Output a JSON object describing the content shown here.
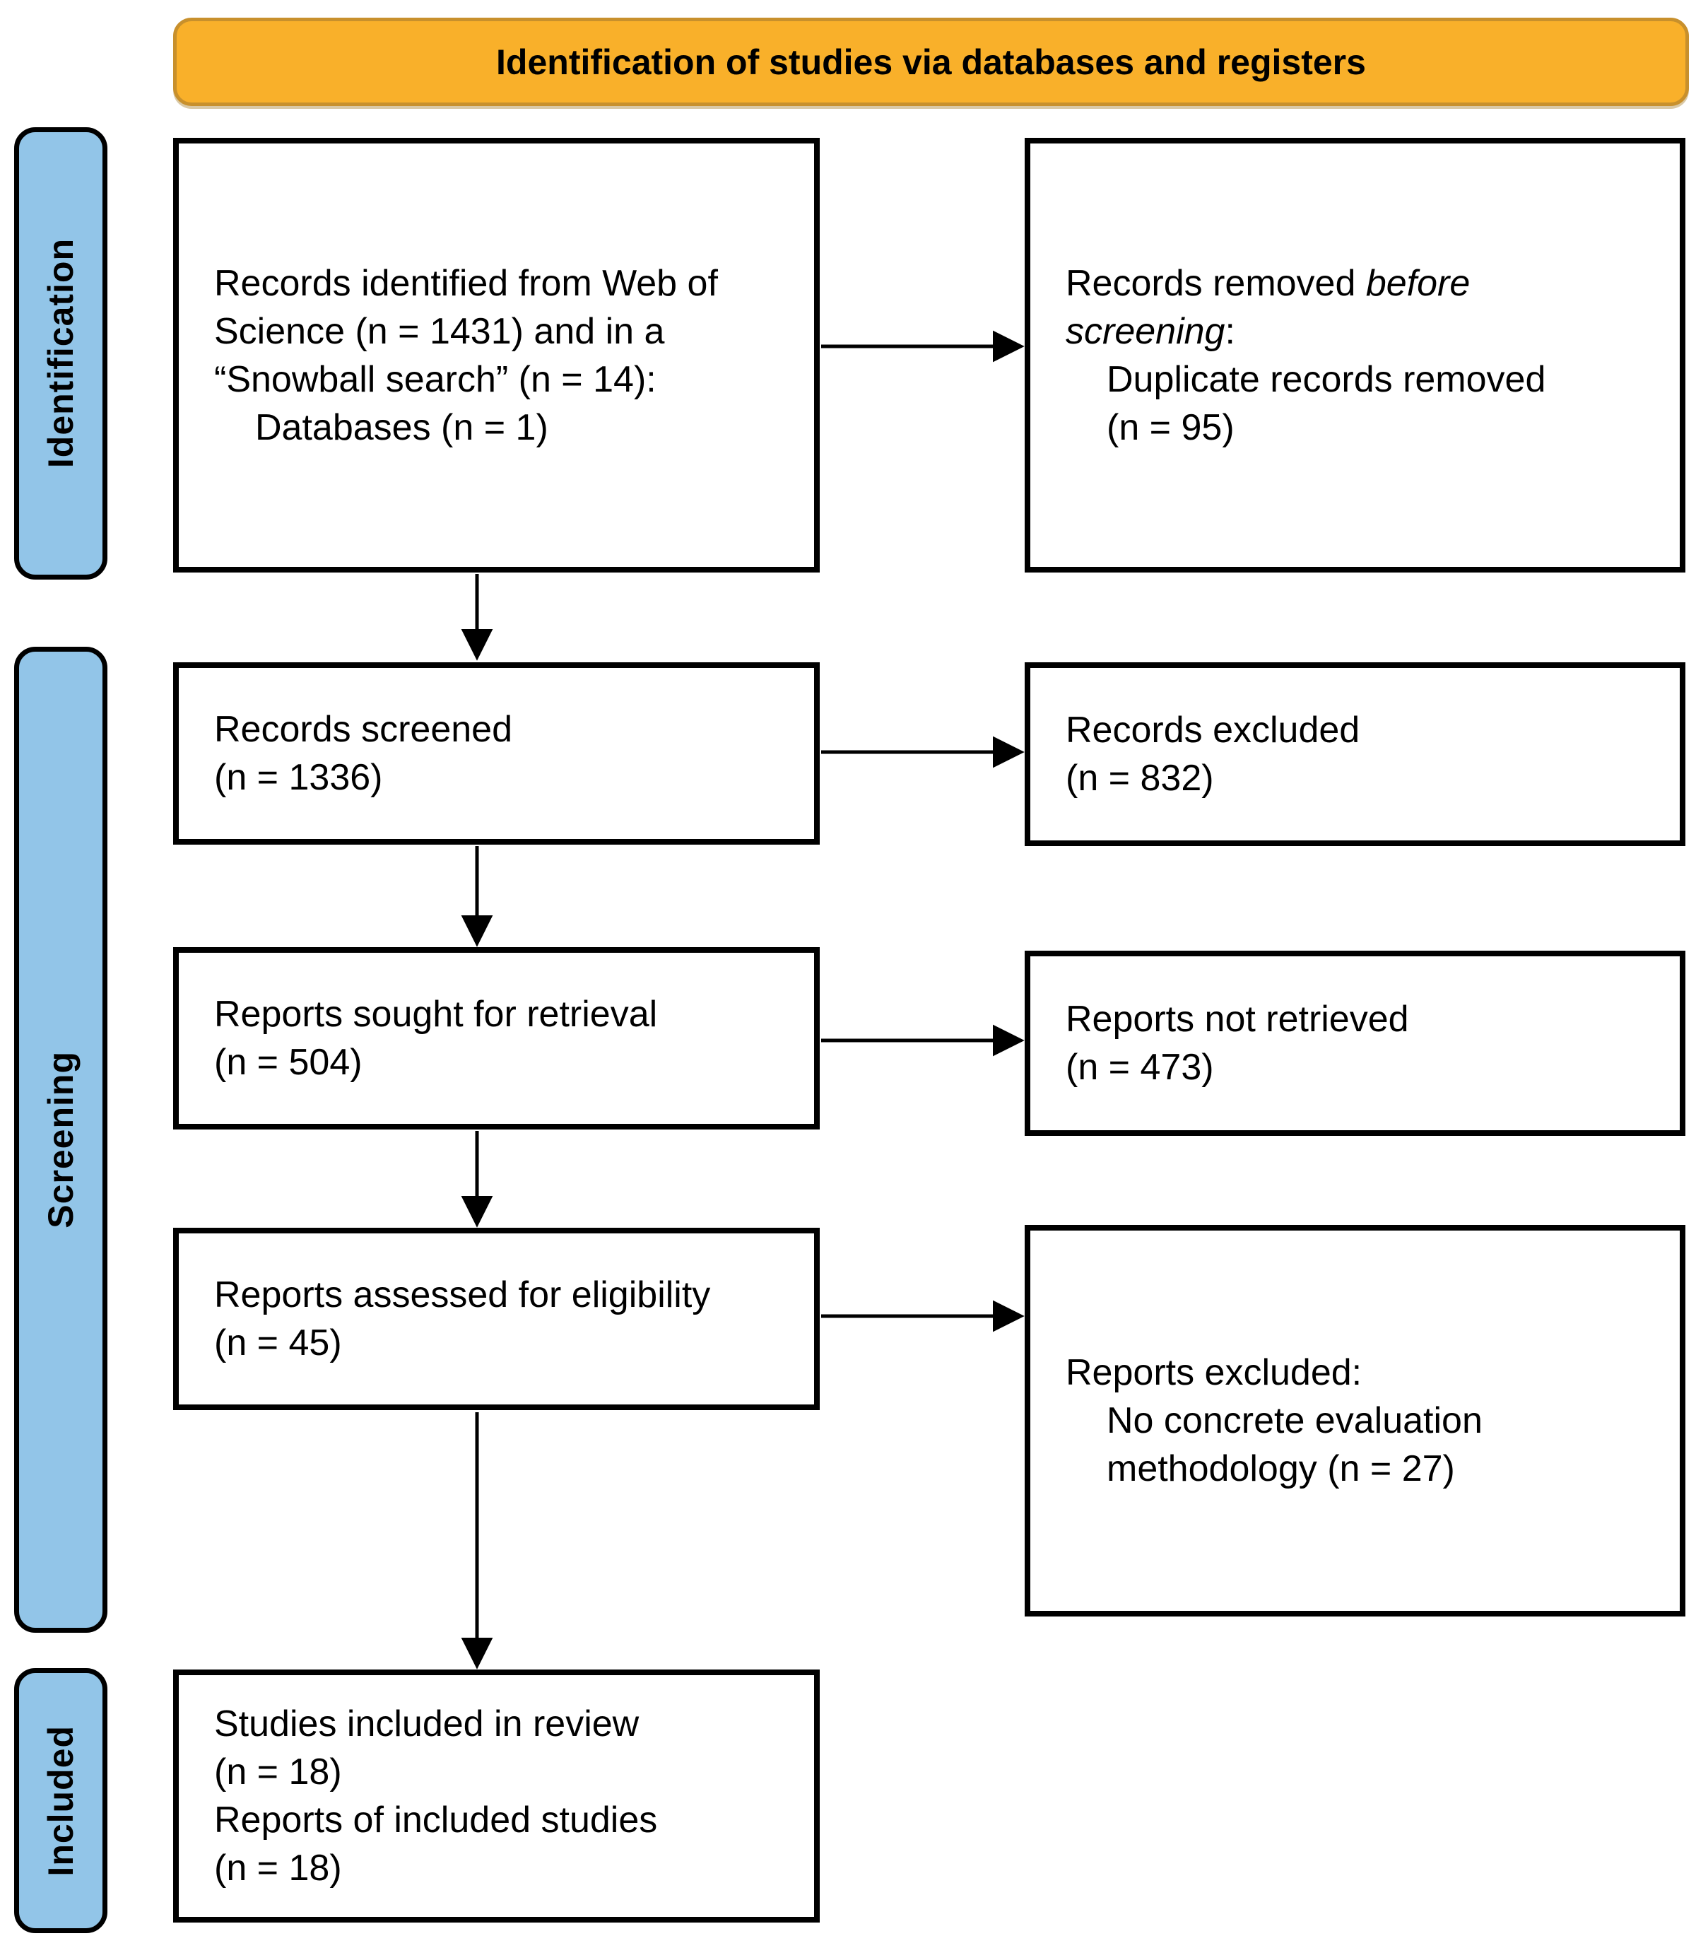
{
  "banner": {
    "title": "Identification of studies via databases and registers"
  },
  "stages": {
    "identification": "Identification",
    "screening": "Screening",
    "included": "Included"
  },
  "boxes": {
    "records_identified": {
      "line1": "Records identified from Web of",
      "line2": "Science (n = 1431) and in a",
      "line3": "“Snowball search” (n = 14):",
      "line4": "Databases (n = 1)"
    },
    "records_removed": {
      "line1_normal": "Records removed ",
      "line1_italic": "before",
      "line2_italic": "screening",
      "line2_colon": ":",
      "line3": "Duplicate records removed",
      "line4": "(n = 95)"
    },
    "records_screened": {
      "line1": "Records screened",
      "line2": "(n = 1336)"
    },
    "records_excluded": {
      "line1": "Records excluded",
      "line2": "(n = 832)"
    },
    "reports_sought": {
      "line1": "Reports sought for retrieval",
      "line2": "(n = 504)"
    },
    "reports_not_retrieved": {
      "line1": "Reports not retrieved",
      "line2": "(n = 473)"
    },
    "reports_assessed": {
      "line1": "Reports assessed for eligibility",
      "line2": "(n = 45)"
    },
    "reports_excluded": {
      "line1": "Reports excluded:",
      "line2": "No concrete evaluation",
      "line3": "methodology (n = 27)"
    },
    "studies_included": {
      "line1": "Studies included in review",
      "line2": "(n = 18)",
      "line3": "Reports of included studies",
      "line4": "(n = 18)"
    }
  },
  "colors": {
    "banner_fill": "#F9B02A",
    "banner_border": "#C8902C",
    "stage_fill": "#92C5E8",
    "box_border": "#000000",
    "text": "#000000"
  }
}
